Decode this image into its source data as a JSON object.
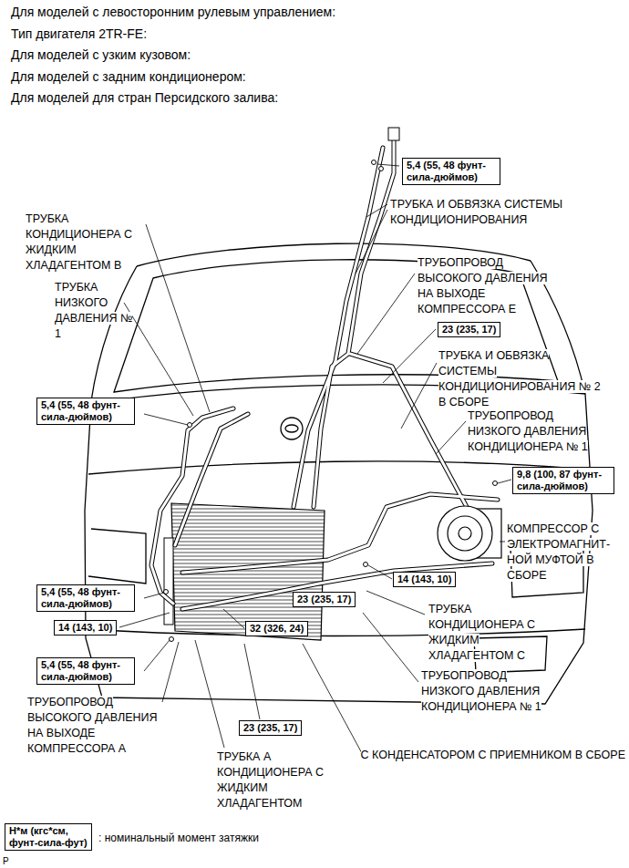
{
  "diagram": {
    "nodes": [
      {
        "text": [
          "5,4 (55, 48 фунт-сила-дюймов)"
        ]
      },
      {
        "text": [
          "23 (235, 17)"
        ]
      },
      {
        "text": [
          "5,4 (55, 48 фунт-сила-дюймов)"
        ]
      },
      {
        "text": [
          "9,8 (100, 87 фунт-сила-дюймов)"
        ]
      },
      {
        "text": [
          "5,4 (55, 48 фунт-сила-дюймов)"
        ]
      },
      {
        "text": [
          "14 (143, 10)"
        ]
      },
      {
        "text": [
          "23 (235, 17)"
        ]
      },
      {
        "text": [
          "14 (143, 10)"
        ]
      },
      {
        "text": [
          "32 (326, 24)"
        ]
      },
      {
        "text": [
          "5,4 (55, 48 фунт-сила-дюймов)"
        ]
      },
      {
        "text": [
          "23 (235, 17)"
        ]
      },
      {
        "text": [
          "Н*м (кгс*см, фунт-сила-фут)"
        ]
      }
    ],
    "labels": [
      "Для моделей с левосторонним рулевым управлением:",
      "Тип двигателя 2TR-FE:",
      "Для моделей с узким кузовом:",
      "Для моделей с задним кондиционером:",
      "Для моделей для стран Персидского залива:",
      "ТРУБКА И ОБВЯЗКА СИСТЕМЫ КОНДИЦИОНИРОВАНИЯ",
      "ТРУБКА КОНДИЦИОНЕРА С ЖИДКИМ ХЛАДАГЕНТОМ B",
      "ТРУБОПРОВОД ВЫСОКОГО ДАВЛЕНИЯ НА ВЫХОДЕ КОМПРЕССОРА E",
      "ТРУБКА НИЗКОГО ДАВЛЕНИЯ № 1",
      "ТРУБКА И ОБВЯЗКА СИСТЕМЫ КОНДИЦИОНИРОВАНИЯ № 2 В СБОРЕ",
      "ТРУБОПРОВОД НИЗКОГО ДАВЛЕНИЯ КОНДИЦИОНЕРА № 1",
      "КОМПРЕССОР С ЭЛЕКТРОМАГНИТ- НОЙ МУФТОЙ В СБОРЕ",
      "ТРУБКА КОНДИЦИОНЕРА С ЖИДКИМ ХЛАДАГЕНТОМ C",
      "ТРУБОПРОВОД НИЗКОГО ДАВЛЕНИЯ КОНДИЦИОНЕРА № 1",
      "ТРУБОПРОВОД ВЫСОКОГО ДАВЛЕНИЯ НА ВЫХОДЕ КОМПРЕССОРА A",
      "ТРУБКА А КОНДИЦИОНЕРА С ЖИДКИМ ХЛАДАГЕНТОМ",
      "С КОНДЕНСАТОРОМ С ПРИЕМНИКОМ В СБОРЕ",
      ": номинальный момент затяжки",
      "P"
    ]
  }
}
